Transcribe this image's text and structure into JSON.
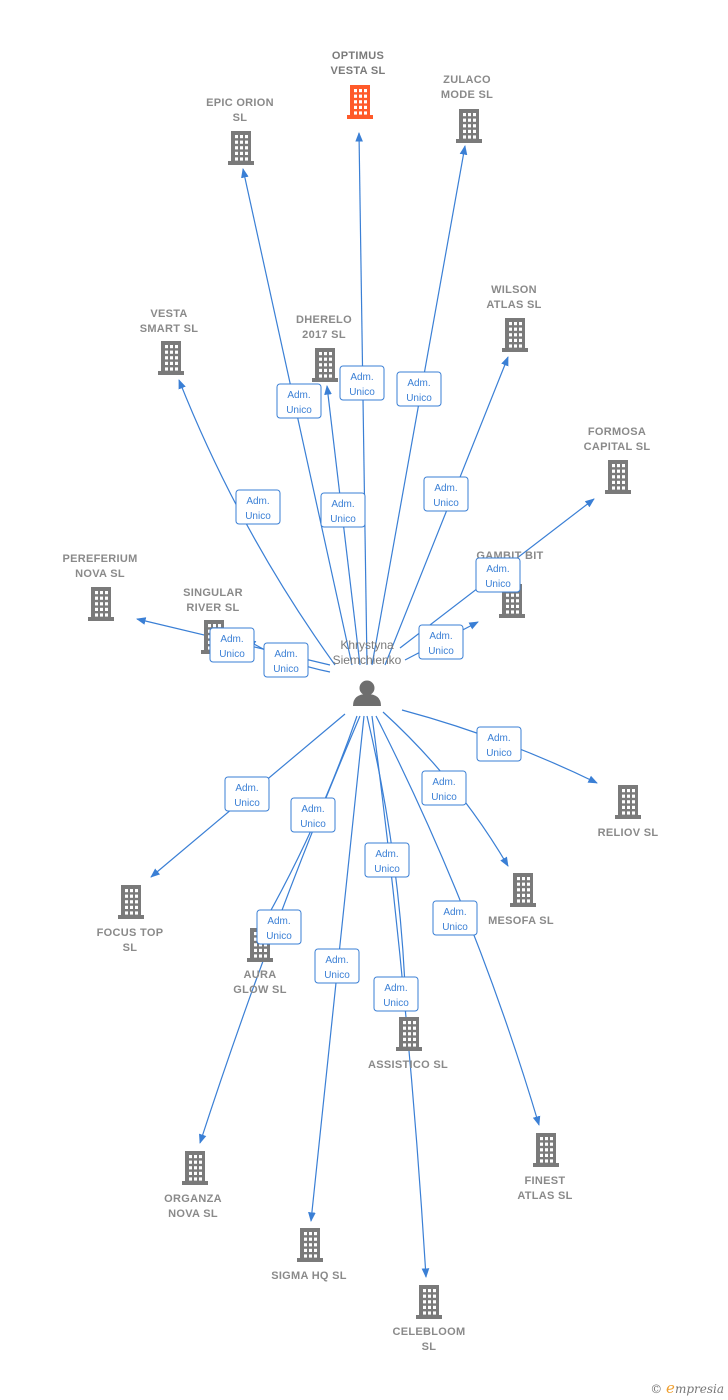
{
  "colors": {
    "edge": "#3a7fd5",
    "building": "#7a7a7a",
    "building_highlight": "#ff5a2a",
    "person": "#6e6e6e"
  },
  "edge_label": [
    "Adm.",
    "Unico"
  ],
  "center": {
    "name_lines": [
      "Khrystyna",
      "Siemchienko"
    ],
    "icon": "person-icon"
  },
  "companies": [
    {
      "id": "optimus-vesta",
      "lines": [
        "OPTIMUS",
        "VESTA  SL"
      ],
      "icon": "building-icon",
      "highlight": true
    },
    {
      "id": "epic-orion",
      "lines": [
        "EPIC ORION",
        "SL"
      ],
      "icon": "building-icon"
    },
    {
      "id": "zulaco-mode",
      "lines": [
        "ZULACO",
        "MODE  SL"
      ],
      "icon": "building-icon"
    },
    {
      "id": "vesta-smart",
      "lines": [
        "VESTA",
        "SMART  SL"
      ],
      "icon": "building-icon"
    },
    {
      "id": "dherelo-2017",
      "lines": [
        "DHERELO",
        "2017  SL"
      ],
      "icon": "building-icon"
    },
    {
      "id": "wilson-atlas",
      "lines": [
        "WILSON",
        "ATLAS  SL"
      ],
      "icon": "building-icon"
    },
    {
      "id": "formosa-capital",
      "lines": [
        "FORMOSA",
        "CAPITAL  SL"
      ],
      "icon": "building-icon"
    },
    {
      "id": "gambit-bit",
      "lines": [
        "GAMBIT BIT"
      ],
      "icon": "building-icon"
    },
    {
      "id": "pereferium-nova",
      "lines": [
        "PEREFERIUM",
        "NOVA  SL"
      ],
      "icon": "building-icon"
    },
    {
      "id": "singular-river",
      "lines": [
        "SINGULAR",
        "RIVER  SL"
      ],
      "icon": "building-icon"
    },
    {
      "id": "reliov",
      "lines": [
        "RELIOV  SL"
      ],
      "icon": "building-icon"
    },
    {
      "id": "mesofa",
      "lines": [
        "MESOFA  SL"
      ],
      "icon": "building-icon"
    },
    {
      "id": "focus-top",
      "lines": [
        "FOCUS TOP",
        "SL"
      ],
      "icon": "building-icon"
    },
    {
      "id": "aura-glow",
      "lines": [
        "AURA",
        "GLOW  SL"
      ],
      "icon": "building-icon"
    },
    {
      "id": "assistico",
      "lines": [
        "ASSISTICO  SL"
      ],
      "icon": "building-icon"
    },
    {
      "id": "finest-atlas",
      "lines": [
        "FINEST",
        "ATLAS  SL"
      ],
      "icon": "building-icon"
    },
    {
      "id": "organza-nova",
      "lines": [
        "ORGANZA",
        "NOVA  SL"
      ],
      "icon": "building-icon"
    },
    {
      "id": "sigma-hq",
      "lines": [
        "SIGMA HQ  SL"
      ],
      "icon": "building-icon"
    },
    {
      "id": "celebloom",
      "lines": [
        "CELEBLOOM",
        "SL"
      ],
      "icon": "building-icon"
    }
  ],
  "footer": {
    "copyright": "©",
    "brand_initial": "e",
    "brand_rest": "mpresia"
  }
}
